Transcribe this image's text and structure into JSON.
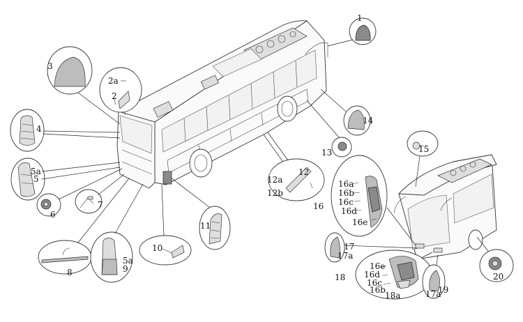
{
  "labels": {
    "l1": "1",
    "l2": "2",
    "l2a": "2a",
    "l3": "3",
    "l4": "4",
    "l5": "5",
    "l5a": "5a",
    "l6": "6",
    "l7": "7",
    "l8": "8",
    "l5a_b": "5a",
    "l9": "9",
    "l10": "10",
    "l11": "11",
    "l12": "12",
    "l12a": "12a",
    "l12b": "12b",
    "l13": "13",
    "l14": "14",
    "l15": "15",
    "l16": "16",
    "l16a": "16a",
    "l16b": "16b",
    "l16c": "16c",
    "l16d": "16d",
    "l16e": "16e",
    "l17": "17",
    "l17a": "17a",
    "l17a_b": "17a",
    "l18": "18",
    "l18a": "18a",
    "l18_16e": "16e",
    "l18_16d": "16d",
    "l18_16c": "16c",
    "l18_16b": "16b",
    "l19": "19",
    "l20": "20"
  }
}
